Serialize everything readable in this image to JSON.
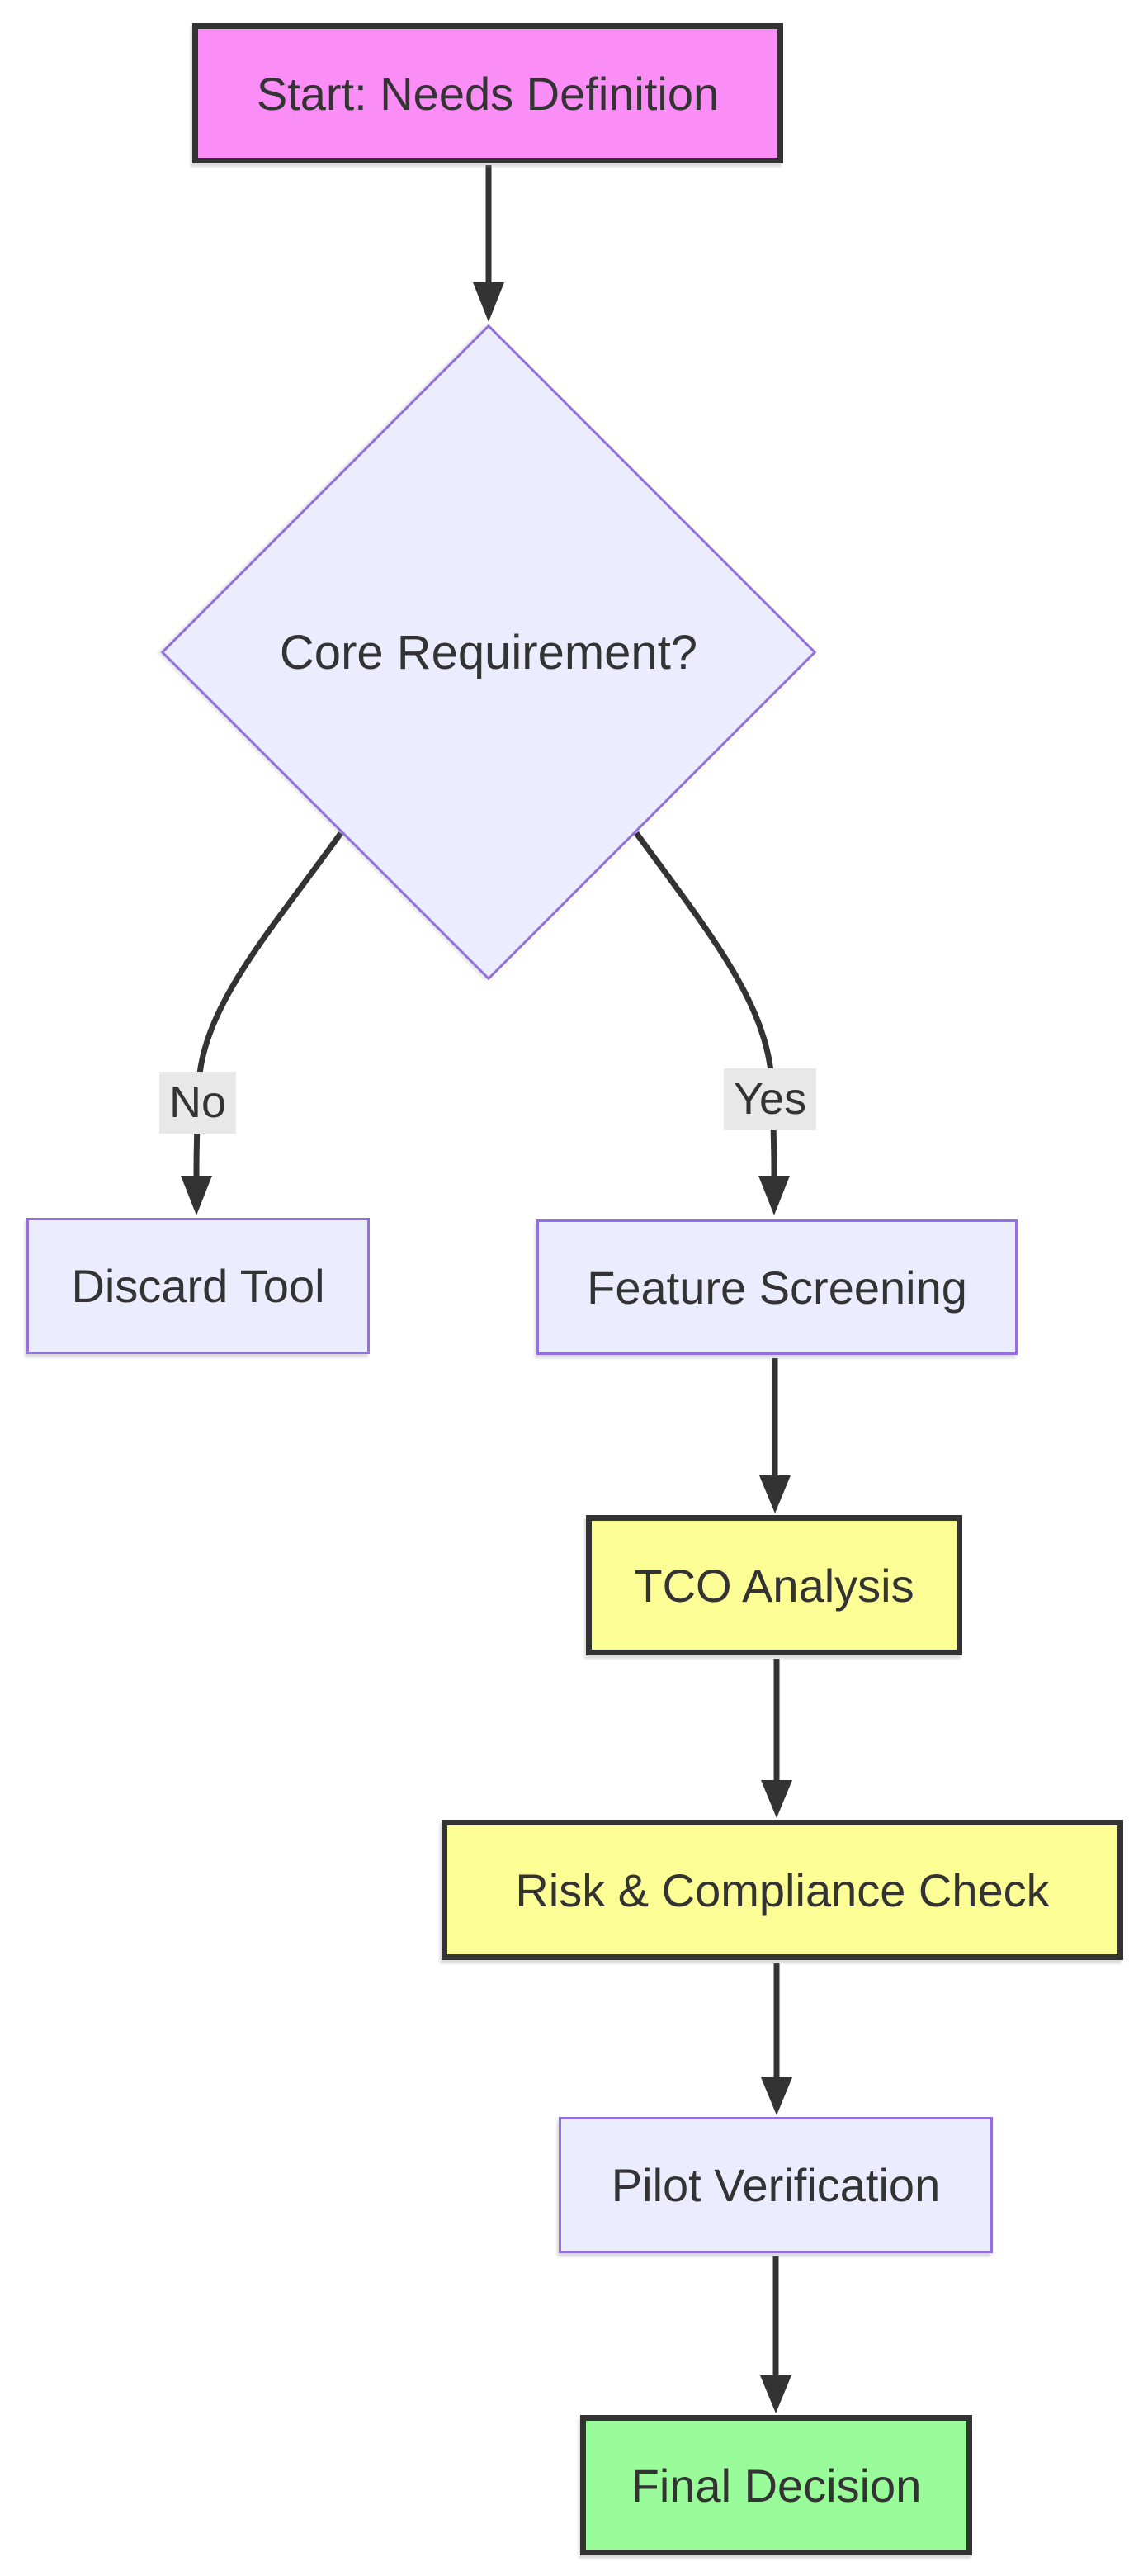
{
  "diagram": {
    "type": "flowchart",
    "direction": "top-down",
    "nodes": [
      {
        "id": "start",
        "label": "Start: Needs Definition",
        "shape": "rectangle",
        "fill": "#fb8df6",
        "stroke": "#333333"
      },
      {
        "id": "decision",
        "label": "Core Requirement?",
        "shape": "diamond",
        "fill": "#ECECFF",
        "stroke": "#9370DB"
      },
      {
        "id": "discard",
        "label": "Discard Tool",
        "shape": "rectangle",
        "fill": "#ECECFF",
        "stroke": "#9370DB"
      },
      {
        "id": "feature",
        "label": "Feature Screening",
        "shape": "rectangle",
        "fill": "#ECECFF",
        "stroke": "#9370DB"
      },
      {
        "id": "tco",
        "label": "TCO Analysis",
        "shape": "rectangle",
        "fill": "#fdfd96",
        "stroke": "#333333"
      },
      {
        "id": "risk",
        "label": "Risk & Compliance Check",
        "shape": "rectangle",
        "fill": "#fdfd96",
        "stroke": "#333333"
      },
      {
        "id": "pilot",
        "label": "Pilot Verification",
        "shape": "rectangle",
        "fill": "#ECECFF",
        "stroke": "#9370DB"
      },
      {
        "id": "final",
        "label": "Final Decision",
        "shape": "rectangle",
        "fill": "#99fb99",
        "stroke": "#333333"
      }
    ],
    "edges": [
      {
        "from": "start",
        "to": "decision",
        "label": ""
      },
      {
        "from": "decision",
        "to": "discard",
        "label": "No"
      },
      {
        "from": "decision",
        "to": "feature",
        "label": "Yes"
      },
      {
        "from": "feature",
        "to": "tco",
        "label": ""
      },
      {
        "from": "tco",
        "to": "risk",
        "label": ""
      },
      {
        "from": "risk",
        "to": "pilot",
        "label": ""
      },
      {
        "from": "pilot",
        "to": "final",
        "label": ""
      }
    ],
    "palette": {
      "background": "#ffffff",
      "edge_color": "#333333",
      "edge_label_background": "#e8e8e8",
      "text_color": "#333333",
      "lavender_fill": "#ECECFF",
      "purple_stroke": "#9370DB",
      "pink_fill": "#fb8df6",
      "yellow_fill": "#fdfd96",
      "green_fill": "#99fb99"
    }
  }
}
